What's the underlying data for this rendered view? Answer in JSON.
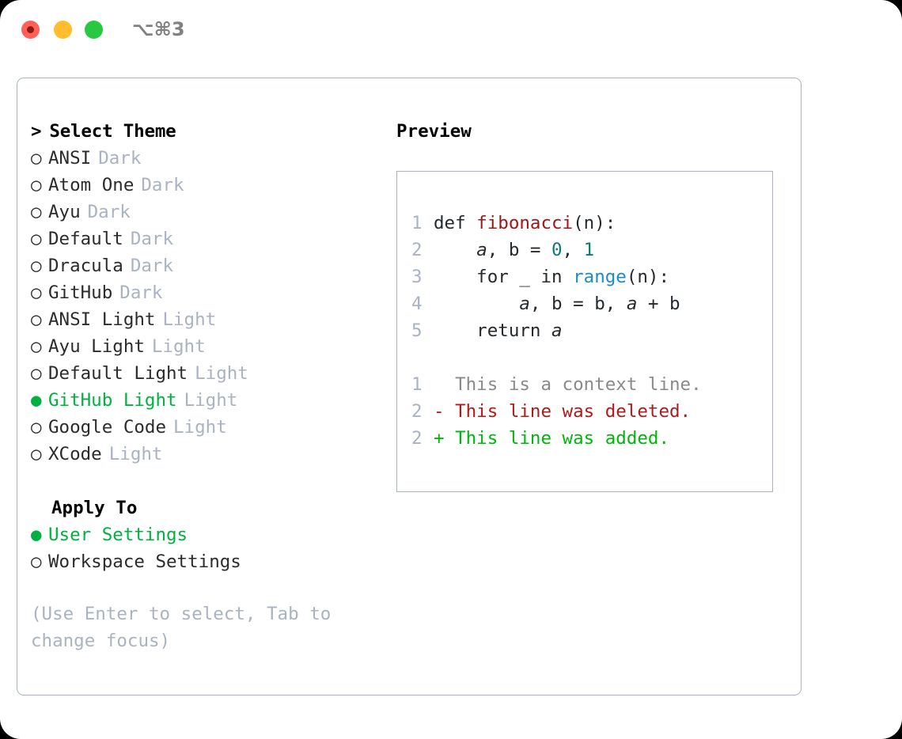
{
  "titlebar": {
    "shortcut": "⌥⌘3",
    "buttons": [
      {
        "name": "close",
        "color": "#ff6159"
      },
      {
        "name": "minimize",
        "color": "#ffbd2e"
      },
      {
        "name": "maximize",
        "color": "#28c840"
      }
    ]
  },
  "theme_panel": {
    "header": "Select Theme",
    "caret": ">",
    "bullet_selected": "●",
    "bullet_unselected": "○",
    "items": [
      {
        "name": "ANSI",
        "kind": "Dark",
        "selected": false
      },
      {
        "name": "Atom One",
        "kind": "Dark",
        "selected": false
      },
      {
        "name": "Ayu",
        "kind": "Dark",
        "selected": false
      },
      {
        "name": "Default",
        "kind": "Dark",
        "selected": false
      },
      {
        "name": "Dracula",
        "kind": "Dark",
        "selected": false
      },
      {
        "name": "GitHub",
        "kind": "Dark",
        "selected": false
      },
      {
        "name": "ANSI Light",
        "kind": "Light",
        "selected": false
      },
      {
        "name": "Ayu Light",
        "kind": "Light",
        "selected": false
      },
      {
        "name": "Default Light",
        "kind": "Light",
        "selected": false
      },
      {
        "name": "GitHub Light",
        "kind": "Light",
        "selected": true
      },
      {
        "name": "Google Code",
        "kind": "Light",
        "selected": false
      },
      {
        "name": "XCode",
        "kind": "Light",
        "selected": false
      }
    ]
  },
  "apply_to": {
    "header": "Apply To",
    "options": [
      {
        "label": "User Settings",
        "selected": true
      },
      {
        "label": "Workspace Settings",
        "selected": false
      }
    ]
  },
  "hint": "(Use Enter to select, Tab to change focus)",
  "preview": {
    "title": "Preview",
    "code_lines": [
      {
        "number": "1",
        "tokens": [
          {
            "text": "def ",
            "style": "plain"
          },
          {
            "text": "fibonacci",
            "style": "fn"
          },
          {
            "text": "(n):",
            "style": "plain"
          }
        ]
      },
      {
        "number": "2",
        "tokens": [
          {
            "text": "    ",
            "style": "plain"
          },
          {
            "text": "a",
            "style": "ital"
          },
          {
            "text": ", b = ",
            "style": "plain"
          },
          {
            "text": "0",
            "style": "num"
          },
          {
            "text": ", ",
            "style": "plain"
          },
          {
            "text": "1",
            "style": "num"
          }
        ]
      },
      {
        "number": "3",
        "tokens": [
          {
            "text": "    for _ in ",
            "style": "plain"
          },
          {
            "text": "range",
            "style": "kw"
          },
          {
            "text": "(n):",
            "style": "plain"
          }
        ]
      },
      {
        "number": "4",
        "tokens": [
          {
            "text": "        ",
            "style": "plain"
          },
          {
            "text": "a",
            "style": "ital"
          },
          {
            "text": ", b = b, ",
            "style": "plain"
          },
          {
            "text": "a",
            "style": "ital"
          },
          {
            "text": " + b",
            "style": "plain"
          }
        ]
      },
      {
        "number": "5",
        "tokens": [
          {
            "text": "    return ",
            "style": "plain"
          },
          {
            "text": "a",
            "style": "ital"
          }
        ]
      }
    ],
    "diff_lines": [
      {
        "number": "1",
        "marker": " ",
        "text": " This is a context line.",
        "style": "context"
      },
      {
        "number": "2",
        "marker": "-",
        "text": " This line was deleted.",
        "style": "del"
      },
      {
        "number": "2",
        "marker": "+",
        "text": " This line was added.",
        "style": "add"
      }
    ]
  },
  "colors": {
    "accent_green": "#00b140",
    "muted": "#a9b3c1",
    "border": "#a9b3c1",
    "diff_add": "#00b50b",
    "diff_del": "#b01a18",
    "syntax_function": "#a31515",
    "syntax_number": "#0b7a75",
    "syntax_keyword": "#1a8cc8"
  }
}
